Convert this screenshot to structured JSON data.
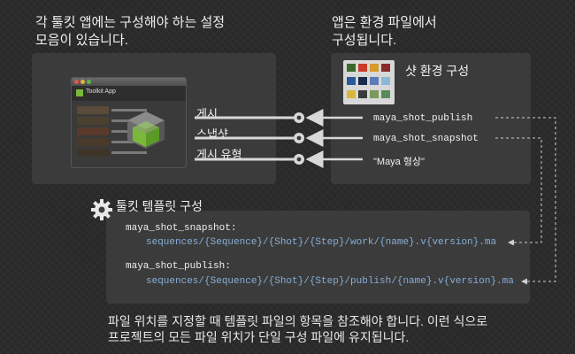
{
  "captions": {
    "top_left": [
      "각 툴킷 앱에는 구성해야 하는 설정",
      "모음이 있습니다."
    ],
    "top_right": [
      "앱은 환경 파일에서",
      "구성됩니다."
    ],
    "bottom": [
      "파일 위치를 지정할 때 템플릿 파일의 항목을 참조해야 합니다. 이런 식으로",
      "프로젝트의 모든 파일 위치가 단일 구성 파일에 유지됩니다."
    ]
  },
  "app_panel": {
    "app_title": "Toolkit App",
    "settings": [
      "게시",
      "스냅샷",
      "게시 유형"
    ]
  },
  "env_panel": {
    "title": "샷 환경 구성",
    "values": [
      "maya_shot_publish",
      "maya_shot_snapshot",
      "\"Maya 형상\""
    ]
  },
  "template_panel": {
    "title": "툴킷 템플릿 구성",
    "entries": [
      {
        "key": "maya_shot_snapshot:",
        "path": "sequences/{Sequence}/{Shot}/{Step}/work/{name}.v{version}.ma"
      },
      {
        "key": "maya_shot_publish:",
        "path": "sequences/{Sequence}/{Shot}/{Step}/publish/{name}.v{version}.ma"
      }
    ]
  },
  "colors": {
    "background": "#2b2b2b",
    "panel": "#3e3e3e",
    "path_blue": "#86aed8",
    "cube_green": "#7ab83a",
    "connector": "#d8d8d8"
  },
  "icons": [
    "gear-icon",
    "cube-icon",
    "env-icons-grid"
  ]
}
